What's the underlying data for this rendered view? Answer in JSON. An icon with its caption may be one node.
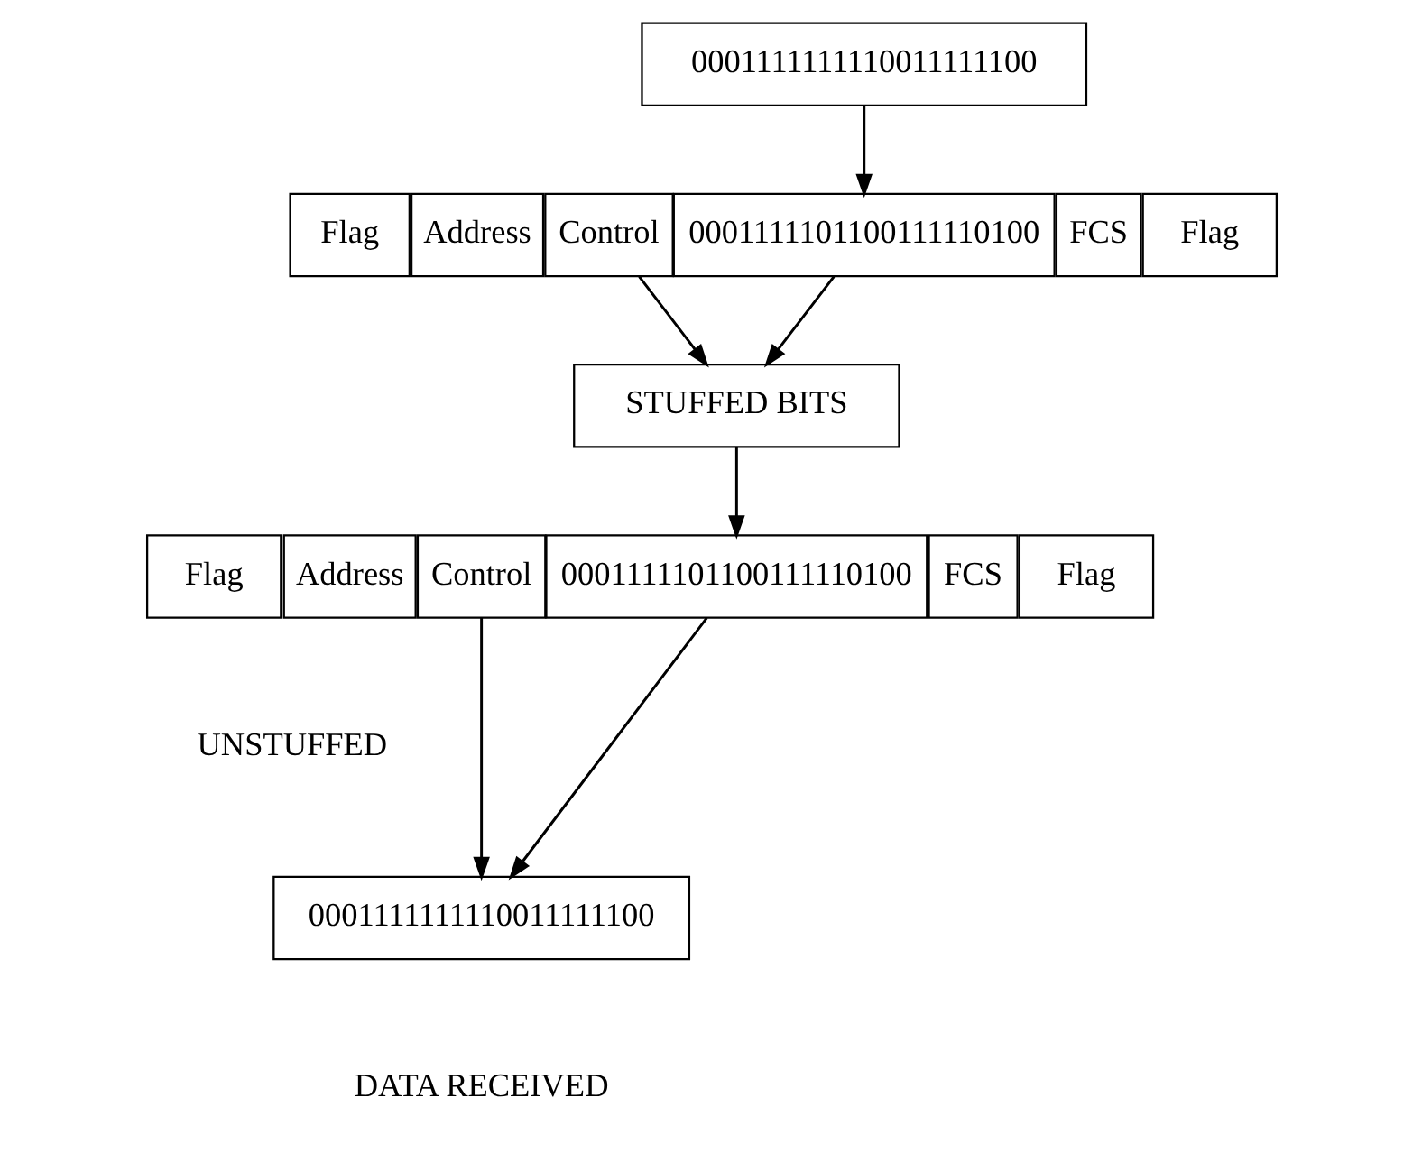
{
  "diagram": {
    "nodes": [
      {
        "text": [
          "0001111111110011111100"
        ]
      },
      {
        "text": [
          "Flag"
        ]
      },
      {
        "text": [
          "Address"
        ]
      },
      {
        "text": [
          "Control"
        ]
      },
      {
        "text": [
          "0001111101100111110100"
        ]
      },
      {
        "text": [
          "FCS"
        ]
      },
      {
        "text": [
          "Flag"
        ]
      },
      {
        "text": [
          "STUFFED BITS"
        ]
      },
      {
        "text": [
          "Flag"
        ]
      },
      {
        "text": [
          "Address"
        ]
      },
      {
        "text": [
          "Control"
        ]
      },
      {
        "text": [
          "0001111101100111110100"
        ]
      },
      {
        "text": [
          "FCS"
        ]
      },
      {
        "text": [
          "Flag"
        ]
      },
      {
        "text": [
          "0001111111110011111100"
        ]
      }
    ],
    "edges": [
      {
        "from": 0,
        "to": 4,
        "arrow": "to"
      },
      {
        "from": 3,
        "to": 7,
        "arrow": "to"
      },
      {
        "from": 4,
        "to": 7,
        "arrow": "to"
      },
      {
        "from": 7,
        "to": 11,
        "arrow": "to"
      },
      {
        "from": 10,
        "to": 14,
        "arrow": "to"
      },
      {
        "from": 11,
        "to": 14,
        "arrow": "to"
      }
    ],
    "labels": [
      "UNSTUFFED",
      "DATA RECEIVED"
    ]
  }
}
